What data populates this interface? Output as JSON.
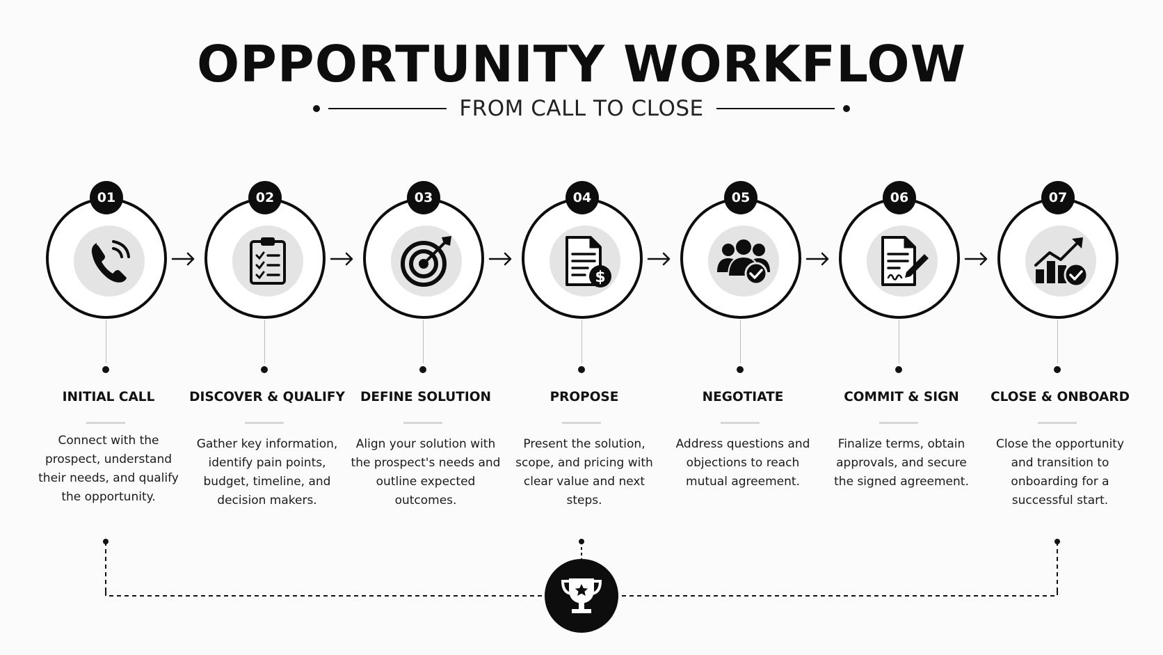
{
  "header": {
    "title": "OPPORTUNITY WORKFLOW",
    "subtitle": "FROM CALL TO CLOSE"
  },
  "steps": [
    {
      "number": "01",
      "title": "INITIAL CALL",
      "icon": "phone-icon",
      "description": "Connect with the prospect, understand their needs, and qualify the opportunity."
    },
    {
      "number": "02",
      "title": "DISCOVER & QUALIFY",
      "icon": "clipboard-checklist-icon",
      "description": "Gather key information, identify pain points, budget, timeline, and decision makers."
    },
    {
      "number": "03",
      "title": "DEFINE SOLUTION",
      "icon": "target-icon",
      "description": "Align your solution with the prospect's needs and outline expected outcomes."
    },
    {
      "number": "04",
      "title": "PROPOSE",
      "icon": "proposal-dollar-icon",
      "description": "Present the solution, scope, and pricing with clear value and next steps."
    },
    {
      "number": "05",
      "title": "NEGOTIATE",
      "icon": "group-check-icon",
      "description": "Address questions and objections to reach mutual agreement."
    },
    {
      "number": "06",
      "title": "COMMIT & SIGN",
      "icon": "contract-sign-icon",
      "description": "Finalize terms, obtain approvals, and secure the signed agreement."
    },
    {
      "number": "07",
      "title": "CLOSE & ONBOARD",
      "icon": "growth-chart-check-icon",
      "description": "Close the opportunity and transition to onboarding for a successful start."
    }
  ],
  "footer_icon": "trophy-icon",
  "colors": {
    "ink": "#0d0d0d",
    "halo": "#e4e4e4",
    "background": "#fbfbfb"
  }
}
